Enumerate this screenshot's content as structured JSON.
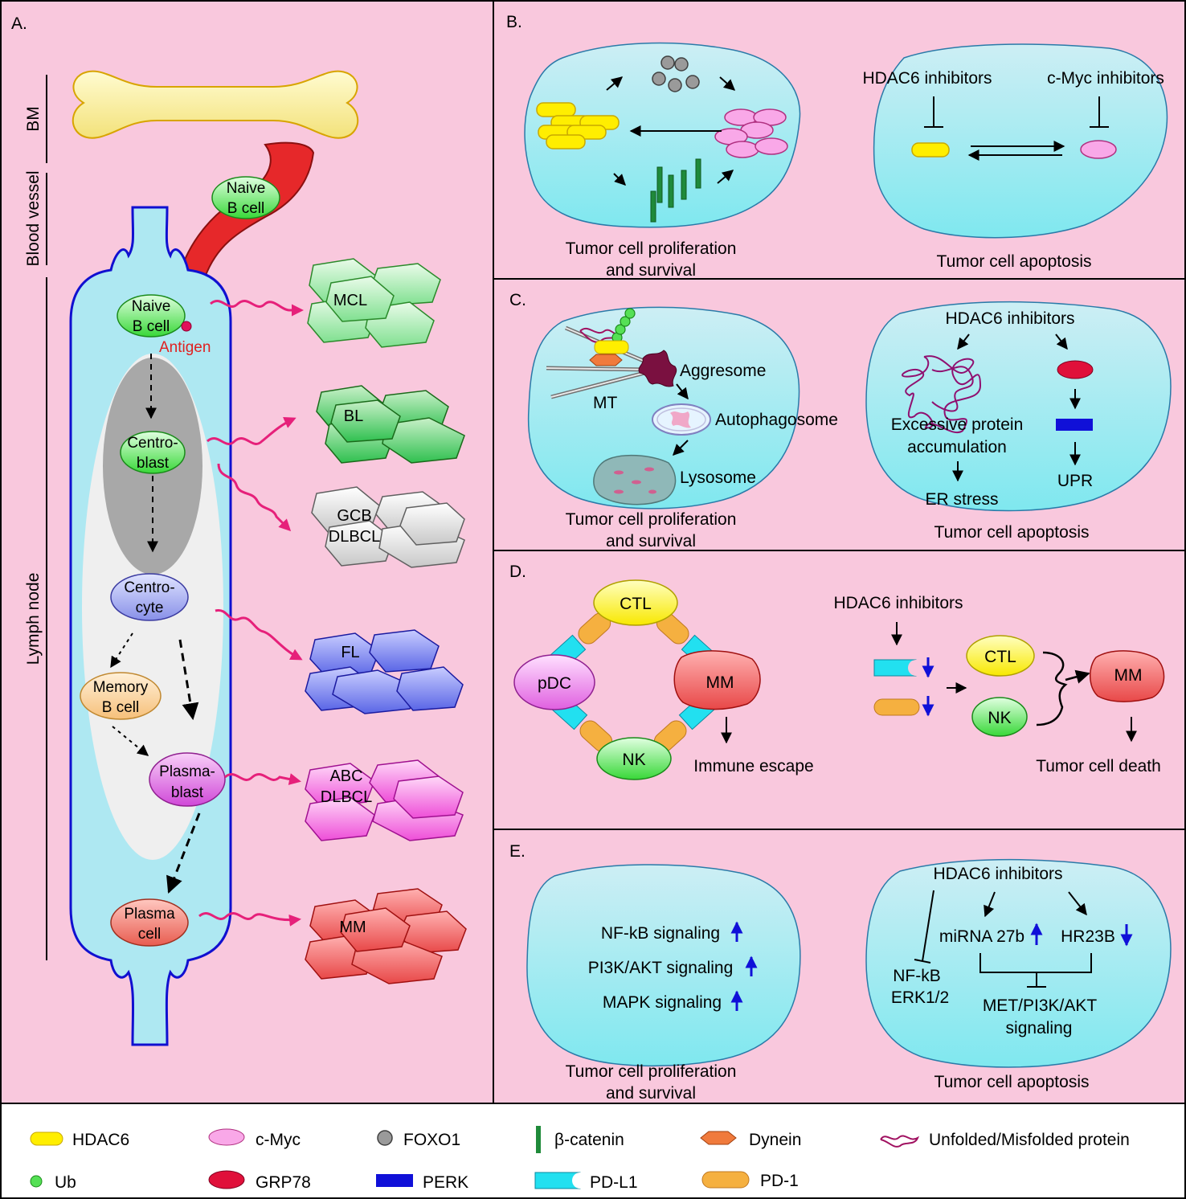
{
  "panels": {
    "a": {
      "letter": "A.",
      "regions": {
        "bm": "BM",
        "blood_vessel": "Blood vessel",
        "lymph_node": "Lymph node"
      },
      "cells": {
        "naive_vessel": [
          "Naive",
          "B cell"
        ],
        "naive_node": [
          "Naive",
          "B cell"
        ],
        "antigen": "Antigen",
        "centroblast": [
          "Centro-",
          "blast"
        ],
        "centrocyte": [
          "Centro-",
          "cyte"
        ],
        "memory": [
          "Memory",
          "B cell"
        ],
        "plasmablast": [
          "Plasma-",
          "blast"
        ],
        "plasma": [
          "Plasma",
          "cell"
        ]
      },
      "lymphomas": {
        "mcl": "MCL",
        "bl": "BL",
        "gcb": [
          "GCB",
          "DLBCL"
        ],
        "fl": "FL",
        "abc": [
          "ABC",
          "DLBCL"
        ],
        "mm": "MM"
      }
    },
    "b": {
      "letter": "B.",
      "hdac6_inhibitors": "HDAC6 inhibitors",
      "cmyc_inhibitors": "c-Myc inhibitors",
      "left_caption": [
        "Tumor cell proliferation",
        "and survival"
      ],
      "right_caption": "Tumor cell apoptosis"
    },
    "c": {
      "letter": "C.",
      "aggresome": "Aggresome",
      "mt": "MT",
      "autophagosome": "Autophagosome",
      "lysosome": "Lysosome",
      "hdac6_inhibitors": "HDAC6 inhibitors",
      "excessive": [
        "Excessive protein",
        "accumulation"
      ],
      "er_stress": "ER stress",
      "upr": "UPR",
      "left_caption": [
        "Tumor cell proliferation",
        "and survival"
      ],
      "right_caption": "Tumor cell apoptosis"
    },
    "d": {
      "letter": "D.",
      "ctl": "CTL",
      "pdc": "pDC",
      "mm": "MM",
      "nk": "NK",
      "immune_escape": "Immune escape",
      "hdac6_inhibitors": "HDAC6 inhibitors",
      "ctl2": "CTL",
      "nk2": "NK",
      "mm2": "MM",
      "tumor_death": "Tumor cell death"
    },
    "e": {
      "letter": "E.",
      "nfkb": "NF-kB signaling",
      "pi3k": "PI3K/AKT signaling",
      "mapk": "MAPK signaling",
      "left_caption": [
        "Tumor cell proliferation",
        "and survival"
      ],
      "hdac6_inhibitors": "HDAC6 inhibitors",
      "mirna": "miRNA 27b",
      "hr23b": "HR23B",
      "nfkb_erk": [
        "NF-kB",
        "ERK1/2"
      ],
      "met": [
        "MET/PI3K/AKT",
        "signaling"
      ],
      "right_caption": "Tumor cell apoptosis"
    }
  },
  "legend": {
    "hdac6": "HDAC6",
    "cmyc": "c-Myc",
    "foxo1": "FOXO1",
    "bcatenin": "β-catenin",
    "dynein": "Dynein",
    "unfolded": "Unfolded/Misfolded protein",
    "ub": "Ub",
    "grp78": "GRP78",
    "perk": "PERK",
    "pdl1": "PD-L1",
    "pd1": "PD-1"
  },
  "colors": {
    "background": "#f9c8dd",
    "cell_fill": "#aeeef2",
    "hdac6": "#ffee00",
    "cmyc": "#f9a8e8",
    "foxo1": "#9a9a9a",
    "bcatenin": "#1f8a3a",
    "dynein": "#f07a3c",
    "ub": "#55e055",
    "grp78": "#e0103a",
    "perk": "#1010d8",
    "pdl1": "#22e0f0",
    "pd1": "#f5b040",
    "arrow_pink": "#e6207a",
    "vessel_red": "#e6282a"
  }
}
